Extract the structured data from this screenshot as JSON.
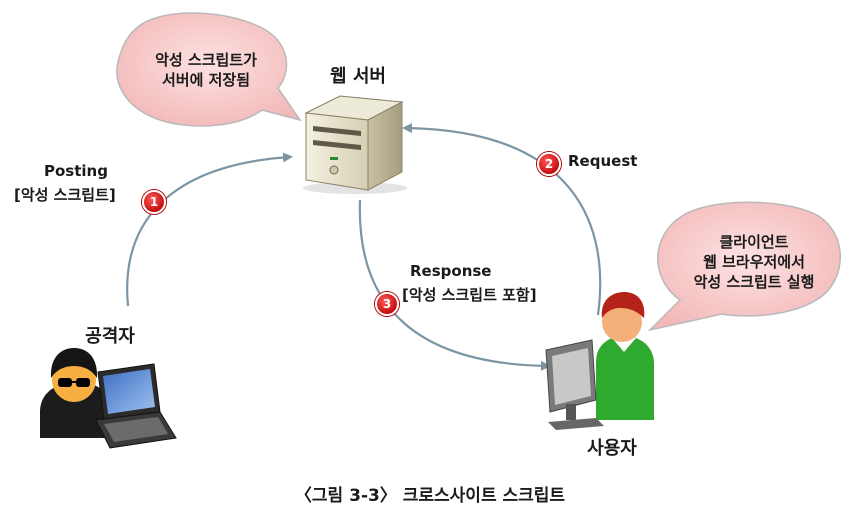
{
  "server_label": "웹 서버",
  "attacker_label": "공격자",
  "user_label": "사용자",
  "bubble_server": {
    "line1": "악성 스크립트가",
    "line2": "서버에 저장됨"
  },
  "bubble_user": {
    "line1": "클라이언트",
    "line2": "웹 브라우저에서",
    "line3": "악성 스크립트 실행"
  },
  "step1": {
    "number": "1",
    "line1": "Posting",
    "line2": "[악성 스크립트]"
  },
  "step2": {
    "number": "2",
    "label": "Request"
  },
  "step3": {
    "number": "3",
    "line1": "Response",
    "line2": "[악성 스크립트 포함]"
  },
  "caption": "〈그림 3-3〉 크로스사이트 스크립트",
  "colors": {
    "arrow": "#7d95a3",
    "bubble_fill": "#f6c7c7",
    "bubble_stroke": "#bbbbbb",
    "badge": "#d41414"
  },
  "icons": [
    "web-server-icon",
    "attacker-laptop-icon",
    "user-computer-icon"
  ]
}
